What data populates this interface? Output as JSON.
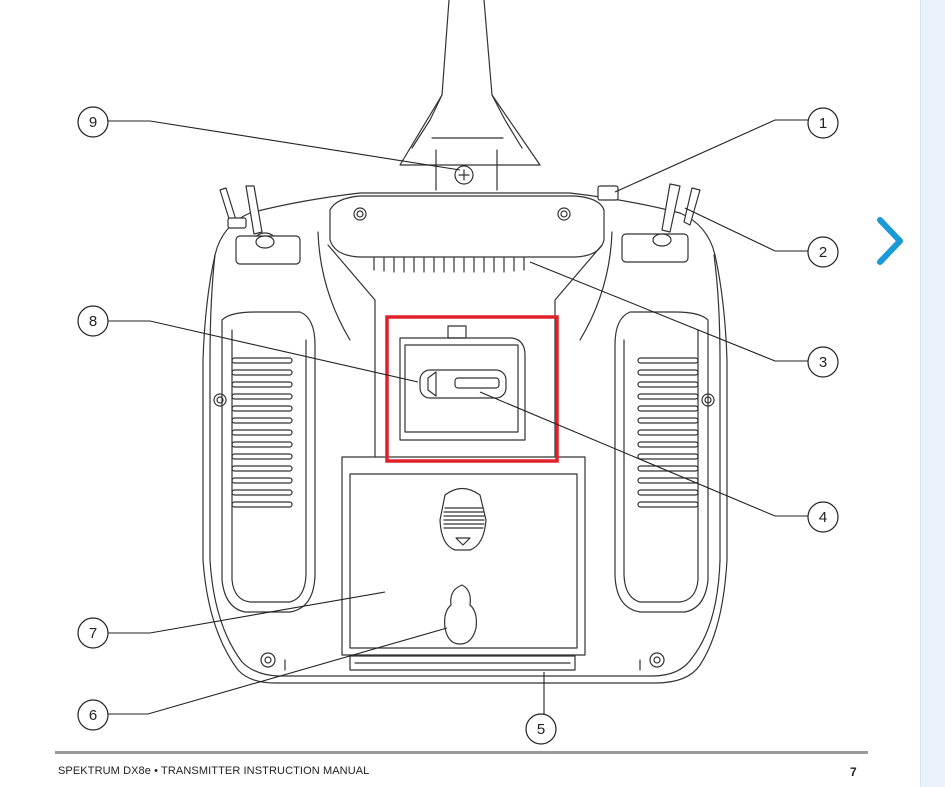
{
  "footer": {
    "title": "SPEKTRUM DX8e • TRANSMITTER INSTRUCTION MANUAL",
    "page_number": "7"
  },
  "callouts": {
    "c1": "1",
    "c2": "2",
    "c3": "3",
    "c4": "4",
    "c5": "5",
    "c6": "6",
    "c7": "7",
    "c8": "8",
    "c9": "9"
  },
  "highlight_color": "#e0202a",
  "nav": {
    "next_icon": "chevron-right-icon",
    "accent": "#1a9bd7"
  }
}
